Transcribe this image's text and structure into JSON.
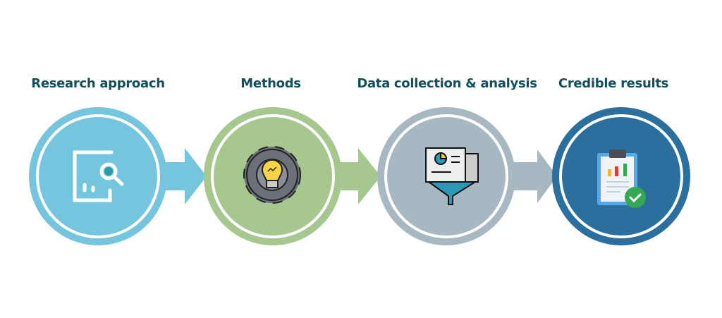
{
  "steps": [
    {
      "title": "Research approach",
      "icon": "chart-search-icon",
      "color": "#76c5df"
    },
    {
      "title": "Methods",
      "icon": "gear-lightbulb-icon",
      "color": "#a6c88e"
    },
    {
      "title": "Data collection & analysis",
      "icon": "document-funnel-icon",
      "color": "#a7b8c3"
    },
    {
      "title": "Credible results",
      "icon": "clipboard-check-icon",
      "color": "#2a6f9e"
    }
  ]
}
